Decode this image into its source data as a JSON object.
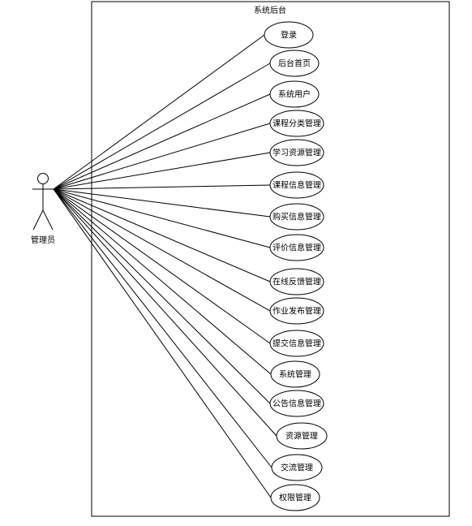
{
  "system": {
    "title": "系统后台"
  },
  "actor": {
    "label": "管理员"
  },
  "use_cases": [
    {
      "label": "登录"
    },
    {
      "label": "后台首页"
    },
    {
      "label": "系统用户"
    },
    {
      "label": "课程分类管理"
    },
    {
      "label": "学习资源管理"
    },
    {
      "label": "课程信息管理"
    },
    {
      "label": "购买信息管理"
    },
    {
      "label": "评价信息管理"
    },
    {
      "label": "在线反馈管理"
    },
    {
      "label": "作业发布管理"
    },
    {
      "label": "提交信息管理"
    },
    {
      "label": "系统管理"
    },
    {
      "label": "公告信息管理"
    },
    {
      "label": "资源管理"
    },
    {
      "label": "交流管理"
    },
    {
      "label": "权限管理"
    }
  ],
  "colors": {
    "stroke": "#000000",
    "fill": "#ffffff"
  }
}
